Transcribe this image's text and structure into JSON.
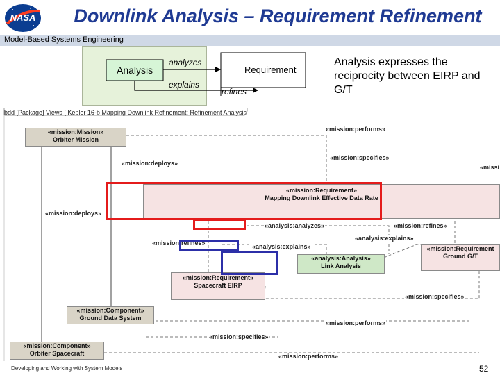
{
  "slide": {
    "title": "Downlink Analysis – Requirement Refinement",
    "subtitle": "Model-Based Systems Engineering",
    "logo_text": "NASA",
    "side_note": "Analysis expresses the reciprocity between EIRP and G/T",
    "footer": "Developing and Working with System Models",
    "page_number": "52"
  },
  "legend": {
    "analysis_label": "Analysis",
    "requirement_label": "Requirement",
    "analyzes_label": "analyzes",
    "explains_label": "explains",
    "refines_label": "refines"
  },
  "diagram": {
    "frame_tab": "bdd [Package] Views [ Kepler 16-b Mapping Downlink Refinement: Refinement Analysis",
    "blocks": {
      "orbiter_mission": {
        "stereotype": "«mission:Mission»",
        "name": "Orbiter Mission"
      },
      "mapping_requirement": {
        "stereotype": "«mission:Requirement»",
        "name": "Mapping Downlink Effective Data Rate"
      },
      "link_analysis": {
        "stereotype": "«analysis:Analysis»",
        "name": "Link Analysis"
      },
      "ground_gt": {
        "stereotype": "«mission:Requirement",
        "name": "Ground G/T"
      },
      "spacecraft_eirp": {
        "stereotype": "«mission:Requirement»",
        "name": "Spacecraft EIRP"
      },
      "ground_data_system": {
        "stereotype": "«mission:Component»",
        "name": "Ground Data System"
      },
      "orbiter_spacecraft": {
        "stereotype": "«mission:Component»",
        "name": "Orbiter Spacecraft"
      }
    },
    "edges": {
      "performs_top": "«mission:performs»",
      "specifies_top": "«mission:specifies»",
      "mission_right": "«missi",
      "deploys_upper": "«mission:deploys»",
      "deploys_lower": "«mission:deploys»",
      "analyzes": "«analysis:analyzes»",
      "refines_right": "«mission:refines»",
      "explains_right": "«analysis:explains»",
      "refines_left": "«mission:refines»",
      "explains_left": "«analysis:explains»",
      "specifies_right": "«mission:specifies»",
      "performs_mid": "«mission:performs»",
      "specifies_bottom": "«mission:specifies»",
      "performs_bottom": "«mission:performs»"
    }
  },
  "colors": {
    "title": "#1f3a93",
    "legend_panel": "#e6f2da",
    "block_gray": "#d9d4c7",
    "block_pink": "#f6e3e3",
    "block_green": "#cfe8c7",
    "highlight_red": "#e41b1b",
    "highlight_blue": "#2c2fa8"
  }
}
